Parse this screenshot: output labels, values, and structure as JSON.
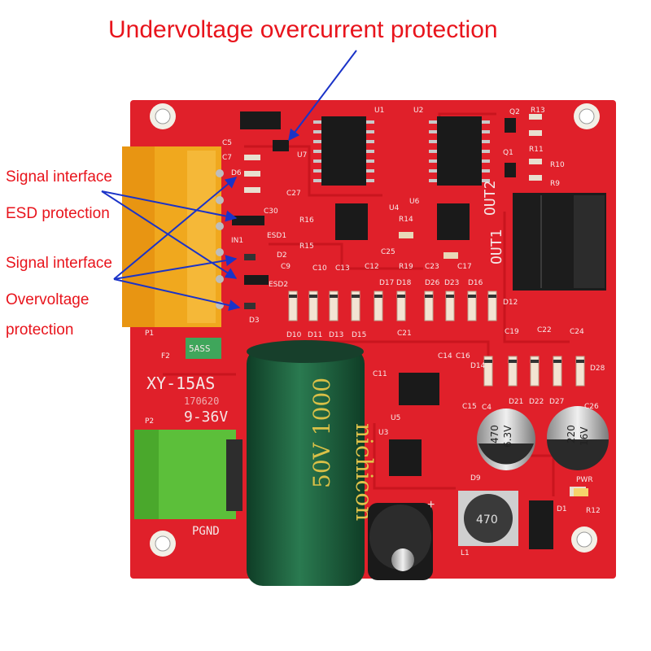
{
  "annotations": {
    "title": "Undervoltage overcurrent protection",
    "signal_interface_1": "Signal interface",
    "esd_protection": "ESD protection",
    "signal_interface_2": "Signal interface",
    "overvoltage_line1": "Overvoltage",
    "overvoltage_line2": "protection"
  },
  "board": {
    "model": "XY-15AS",
    "date_code": "170620",
    "voltage": "9-36V",
    "pgnd": "PGND",
    "out1": "OUT1",
    "out2": "OUT2",
    "pwr": "PWR",
    "fuse": "5ASS",
    "capacitor_brand": "nichicon",
    "capacitor_value": "50V 1000",
    "inductor_value": "470",
    "cap_c4": [
      "470",
      "6.3V"
    ],
    "cap_c26": [
      "220",
      "16V"
    ],
    "labels": [
      "U1",
      "U2",
      "U4",
      "U5",
      "U6",
      "U3",
      "U7",
      "Q1",
      "Q2",
      "R9",
      "R10",
      "R11",
      "R13",
      "R14",
      "R15",
      "R16",
      "R19",
      "R12",
      "C5",
      "C7",
      "C9",
      "C10",
      "C11",
      "C12",
      "C13",
      "C14",
      "C15",
      "C16",
      "C17",
      "C19",
      "C21",
      "C22",
      "C23",
      "C24",
      "C25",
      "C26",
      "C27",
      "C30",
      "C4",
      "D1",
      "D2",
      "D3",
      "D6",
      "D9",
      "D10",
      "D11",
      "D12",
      "D13",
      "D14",
      "D15",
      "D16",
      "D17",
      "D18",
      "D21",
      "D22",
      "D23",
      "D26",
      "D27",
      "D28",
      "ESD1",
      "ESD2",
      "IN1",
      "F2",
      "P1",
      "P2",
      "L1"
    ]
  },
  "colors": {
    "annotation_text": "#e8141c",
    "arrow": "#1a33c8",
    "pcb": "#e0202a",
    "connector_p1": "#f0a81e",
    "connector_p2": "#5cbf3a",
    "capacitor": "#1e5b3c"
  }
}
